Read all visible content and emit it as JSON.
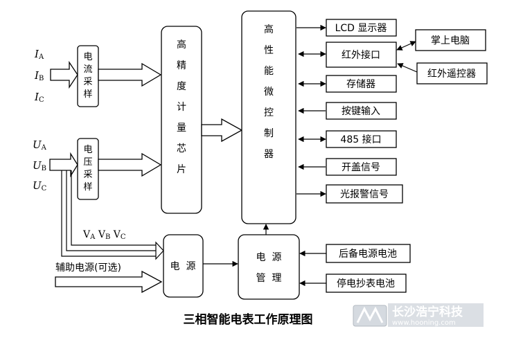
{
  "title": "三相智能电表工作原理图",
  "watermark": {
    "logo_text": "长沙浩宁科技",
    "url": "www.hooning.com"
  },
  "inputs": {
    "current": [
      "I",
      "I",
      "I"
    ],
    "current_sub": [
      "A",
      "B",
      "C"
    ],
    "voltage": [
      "U",
      "U",
      "U"
    ],
    "voltage_sub": [
      "A",
      "B",
      "C"
    ],
    "vabc_label": [
      {
        "base": "V",
        "sub": "A"
      },
      {
        "base": "V",
        "sub": "B"
      },
      {
        "base": "V",
        "sub": "C"
      }
    ],
    "aux_power": "辅助电源(可选)"
  },
  "blocks": {
    "current_sampling": [
      "电",
      "流",
      "采",
      "样"
    ],
    "voltage_sampling": [
      "电",
      "压",
      "采",
      "样"
    ],
    "metering_chip": [
      "高",
      "精",
      "度",
      "计",
      "量",
      "芯",
      "片"
    ],
    "mcu": [
      "高",
      "性",
      "能",
      "微",
      "控",
      "制",
      "器"
    ],
    "power": "电  源",
    "power_mgmt": [
      "电  源",
      "管  理"
    ]
  },
  "peripherals": [
    "LCD 显示器",
    "红外接口",
    "存储器",
    "按键输入",
    "485 接口",
    "开盖信号",
    "光报警信号"
  ],
  "external": {
    "pc": "掌上电脑",
    "ir_remote": "红外遥控器"
  },
  "batteries": [
    "后备电源电池",
    "停电抄表电池"
  ]
}
